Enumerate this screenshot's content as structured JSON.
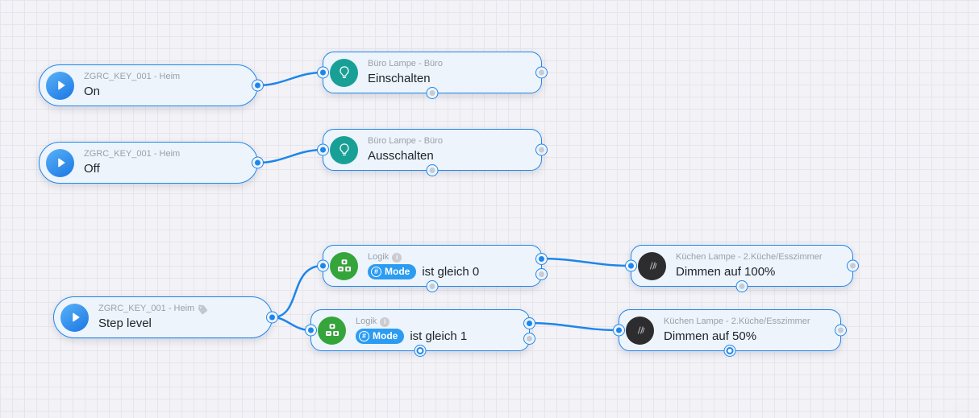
{
  "canvas": {
    "background": "#f3f2f6",
    "grid_line": "#e6e5eb",
    "wire_color": "#1d86ea",
    "node_fill": "#edf4fc",
    "node_border": "#2186eb"
  },
  "colors": {
    "trigger_icon": "#2f9bf0",
    "bulb_icon": "#19a096",
    "logic_icon": "#35a53b",
    "lamp_icon": "#2d2d2f",
    "badge_blue": "#2b9cf2"
  },
  "nodes": [
    {
      "id": "trigger-on",
      "subtitle": "ZGRC_KEY_001 - Heim",
      "title": "On",
      "icon": "play-icon"
    },
    {
      "id": "action-einschalten",
      "subtitle": "Büro Lampe - Büro",
      "title": "Einschalten",
      "icon": "lightbulb-icon"
    },
    {
      "id": "trigger-off",
      "subtitle": "ZGRC_KEY_001 - Heim",
      "title": "Off",
      "icon": "play-icon"
    },
    {
      "id": "action-ausschalten",
      "subtitle": "Büro Lampe - Büro",
      "title": "Ausschalten",
      "icon": "lightbulb-icon"
    },
    {
      "id": "trigger-step-level",
      "subtitle": "ZGRC_KEY_001 - Heim",
      "title": "Step level",
      "icon": "play-icon",
      "has_tag": true
    },
    {
      "id": "condition-mode-0",
      "subtitle": "Logik",
      "badge_prefix": "#",
      "badge": "Mode",
      "title": "ist gleich 0",
      "icon": "logic-icon"
    },
    {
      "id": "condition-mode-1",
      "subtitle": "Logik",
      "badge_prefix": "#",
      "badge": "Mode",
      "title": "ist gleich 1",
      "icon": "logic-icon"
    },
    {
      "id": "action-dim-100",
      "subtitle": "Küchen Lampe - 2.Küche/Esszimmer",
      "title": "Dimmen auf 100%",
      "icon": "lamp-photo-icon"
    },
    {
      "id": "action-dim-50",
      "subtitle": "Küchen Lampe - 2.Küche/Esszimmer",
      "title": "Dimmen auf 50%",
      "icon": "lamp-photo-icon"
    }
  ],
  "connections": [
    {
      "from": "trigger-on",
      "to": "action-einschalten"
    },
    {
      "from": "trigger-off",
      "to": "action-ausschalten"
    },
    {
      "from": "trigger-step-level",
      "to": "condition-mode-0"
    },
    {
      "from": "trigger-step-level",
      "to": "condition-mode-1"
    },
    {
      "from": "condition-mode-0",
      "to": "action-dim-100"
    },
    {
      "from": "condition-mode-1",
      "to": "action-dim-50"
    }
  ]
}
